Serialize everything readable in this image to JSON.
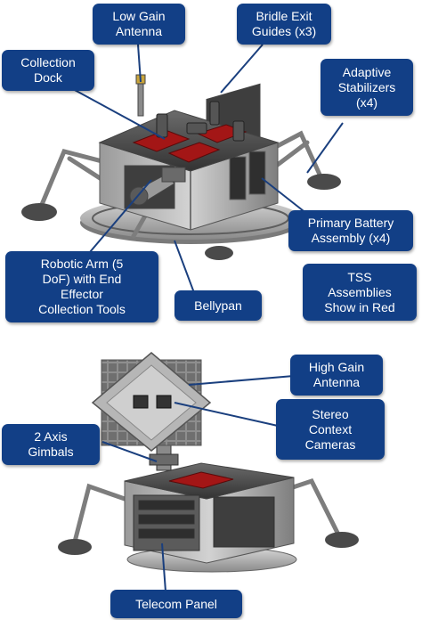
{
  "colors": {
    "callout_fill": "#123f86",
    "callout_text": "#ffffff",
    "leader_line": "#1a3f7e",
    "structure_dark": "#3d3d3d",
    "structure_light": "#b9b9b9",
    "tss_red": "#a31616",
    "solar_panel": "#8e8e8e"
  },
  "top_view": {
    "labels": {
      "low_gain_antenna": "Low Gain\nAntenna",
      "bridle_exit_guides": "Bridle Exit\nGuides (x3)",
      "collection_dock": "Collection\nDock",
      "adaptive_stabilizers": "Adaptive\nStabilizers\n(x4)",
      "primary_battery": "Primary Battery\nAssembly (x4)",
      "robotic_arm": "Robotic Arm (5\nDoF) with End\nEffector\nCollection Tools",
      "bellypan": "Bellypan",
      "tss_note": "TSS\nAssemblies\nShow in Red"
    }
  },
  "bottom_view": {
    "labels": {
      "high_gain_antenna": "High Gain\nAntenna",
      "stereo_context_cameras": "Stereo\nContext\nCameras",
      "two_axis_gimbals": "2 Axis\nGimbals",
      "telecom_panel": "Telecom Panel"
    }
  }
}
